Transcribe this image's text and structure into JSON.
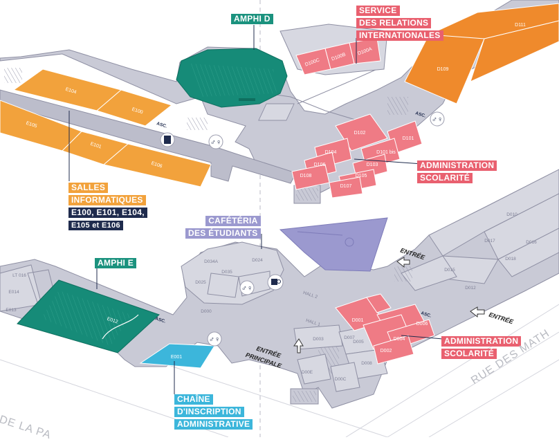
{
  "colors": {
    "building": "#c9cad6",
    "building_dark": "#a9aabb",
    "stroke": "#8e8fa3",
    "orange": "#f2a23c",
    "orange_dark": "#ef8a2c",
    "teal": "#168b78",
    "teal_dark": "#0e6f5f",
    "pink": "#ef7b85",
    "pink_label": "#e9606f",
    "blue": "#3cb6db",
    "purple": "#9b99cf",
    "navy": "#1f2b4d",
    "green_label": "#1b927e"
  },
  "labels": {
    "amphi_d": "AMPHI D",
    "service_l1": "SERVICE",
    "service_l2": "DES RELATIONS",
    "service_l3": "INTERNATIONALES",
    "salles_l1": "SALLES",
    "salles_l2": "INFORMATIQUES",
    "salles_l3": "E100, E101, E104,",
    "salles_l4": "E105 et E106",
    "admin_top_l1": "ADMINISTRATION",
    "admin_top_l2": "SCOLARITÉ",
    "cafe_l1": "CAFÉTÉRIA",
    "cafe_l2": "DES ÉTUDIANTS",
    "amphi_e": "AMPHI E",
    "admin_bot_l1": "ADMINISTRATION",
    "admin_bot_l2": "SCOLARITÉ",
    "chaine_l1": "CHAÎNE",
    "chaine_l2": "D'INSCRIPTION",
    "chaine_l3": "ADMINISTRATIVE"
  },
  "entrances": {
    "top": "ENTRÉE",
    "right": "ENTRÉE",
    "main_l1": "ENTRÉE",
    "main_l2": "PRINCIPALE"
  },
  "streets": {
    "right": "RUE DES MATH",
    "bottom": "DE LA PA"
  },
  "rooms": {
    "e104": "E104",
    "e100": "E100",
    "e105": "E105",
    "e101": "E101",
    "e106": "E106",
    "d111": "D111",
    "d109": "D109",
    "d100c": "D100C",
    "d100b": "D100B",
    "d100a": "D100A",
    "d102": "D102",
    "d101": "D101",
    "d104": "D104",
    "d101bis": "D101 bis",
    "d106": "D106",
    "d103": "D103",
    "d108": "D108",
    "d105": "D105",
    "d107": "D107",
    "e012": "E012",
    "e001": "E001",
    "d001": "D001",
    "d006": "D006",
    "d004": "D004",
    "d002": "D002",
    "d003": "D003",
    "d005": "D005",
    "d007": "D007",
    "d008": "D008",
    "d00c": "D00C",
    "d00e": "D00E",
    "d034a": "D034A",
    "d035": "D035",
    "d024": "D024",
    "d025": "D025",
    "d000": "D000",
    "d010": "D010",
    "d015": "D015",
    "d016": "D016",
    "d017": "D017",
    "d018": "D018",
    "d012": "D012",
    "e013": "E013",
    "e014": "E014",
    "lt016": "LT 016",
    "hall1": "HALL 1",
    "hall2": "HALL 2"
  },
  "asc": {
    "e_top": "ASC.",
    "d_top": "ASC.",
    "e_bot": "ASC.",
    "d_bot": "ASC."
  },
  "icons": {
    "toilets": "toilets-icon",
    "book": "book-icon",
    "coffee": "coffee-icon",
    "arrow": "arrow-icon"
  }
}
